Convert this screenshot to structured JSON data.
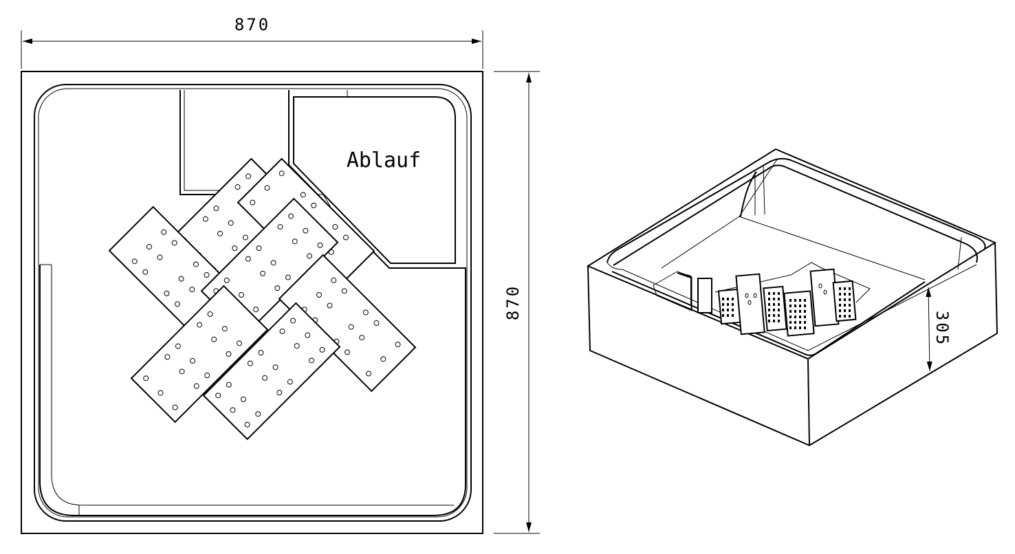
{
  "plan_view": {
    "width_dimension": "870",
    "depth_dimension": "870",
    "drain_label": "Ablauf"
  },
  "iso_view": {
    "height_dimension": "305"
  },
  "colors": {
    "line": "#000000",
    "background": "#ffffff"
  }
}
